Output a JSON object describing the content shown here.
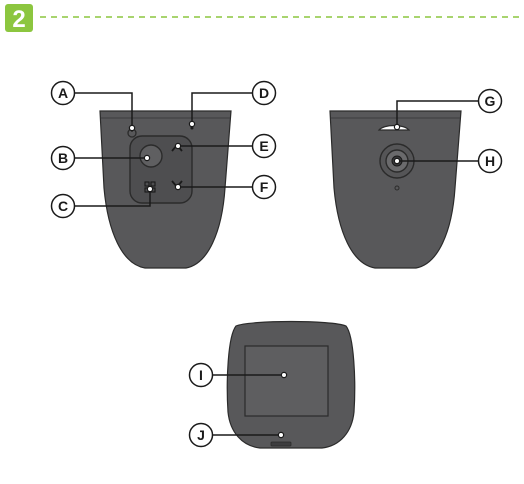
{
  "step": {
    "number": "2",
    "badge_color": "#8cc63f",
    "divider_color": "#8cc63f"
  },
  "colors": {
    "body": "#58585a",
    "body_dark": "#3d3d3f",
    "outline": "#2b2b2b",
    "screen": "#5e5e60",
    "callout": "#1a1a1a"
  },
  "callouts": {
    "a": "A",
    "b": "B",
    "c": "C",
    "d": "D",
    "e": "E",
    "f": "F",
    "g": "G",
    "h": "H",
    "i": "I",
    "j": "J"
  },
  "icons": {
    "power": "power-button-icon",
    "menu": "menu-grid-icon",
    "up": "chevron-up-icon",
    "down": "chevron-down-icon"
  }
}
